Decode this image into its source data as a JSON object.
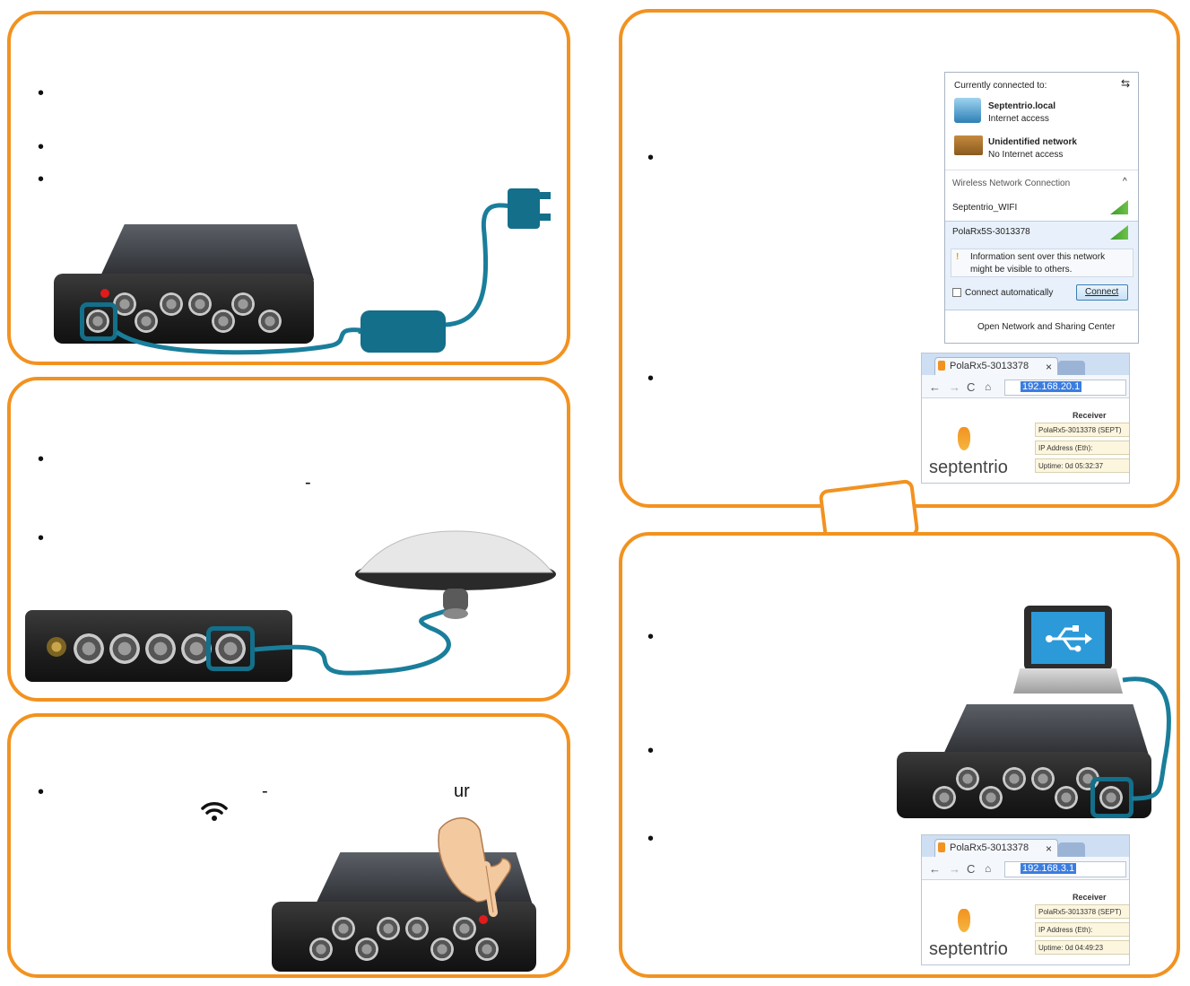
{
  "panels": {
    "power": {
      "bullets": [
        "•",
        "•",
        "•"
      ]
    },
    "antenna": {
      "bullets": [
        "•",
        "•"
      ],
      "dash": "-"
    },
    "wifi": {
      "bullets": [
        "•"
      ],
      "dash": "-",
      "fragment": "ur"
    },
    "connect_wifi": {
      "bullets": [
        "•",
        "•"
      ],
      "popup": {
        "currently_connected": "Currently connected to:",
        "net1_name": "Septentrio.local",
        "net1_status": "Internet access",
        "net2_name": "Unidentified network",
        "net2_status": "No Internet access",
        "section": "Wireless Network Connection",
        "wifi1": "Septentrio_WIFI",
        "wifi2": "PolaRx5S-3013378",
        "warning_line1": "Information sent over this network",
        "warning_line2": "might be visible to others.",
        "auto_connect": "Connect automatically",
        "connect_button": "Connect",
        "open_center": "Open Network and Sharing Center"
      },
      "browser": {
        "tab_title": "PolaRx5-3013378",
        "tab_close": "×",
        "url": "192.168.20.1",
        "receiver_header": "Receiver",
        "cells": [
          "PolaRx5-3013378 (SEPT)",
          "IP Address (Eth):",
          "Uptime: 0d 05:32:37"
        ],
        "brand": "septentrio"
      }
    },
    "connect_usb": {
      "bullets": [
        "•",
        "•",
        "•"
      ],
      "browser": {
        "tab_title": "PolaRx5-3013378",
        "tab_close": "×",
        "url": "192.168.3.1",
        "receiver_header": "Receiver",
        "cells": [
          "PolaRx5-3013378 (SEPT)",
          "IP Address (Eth):",
          "Uptime: 0d 04:49:23"
        ],
        "brand": "septentrio"
      }
    }
  },
  "colors": {
    "panel_border": "#f29220",
    "highlight": "#136f8a",
    "cable": "#1a7e9b"
  }
}
